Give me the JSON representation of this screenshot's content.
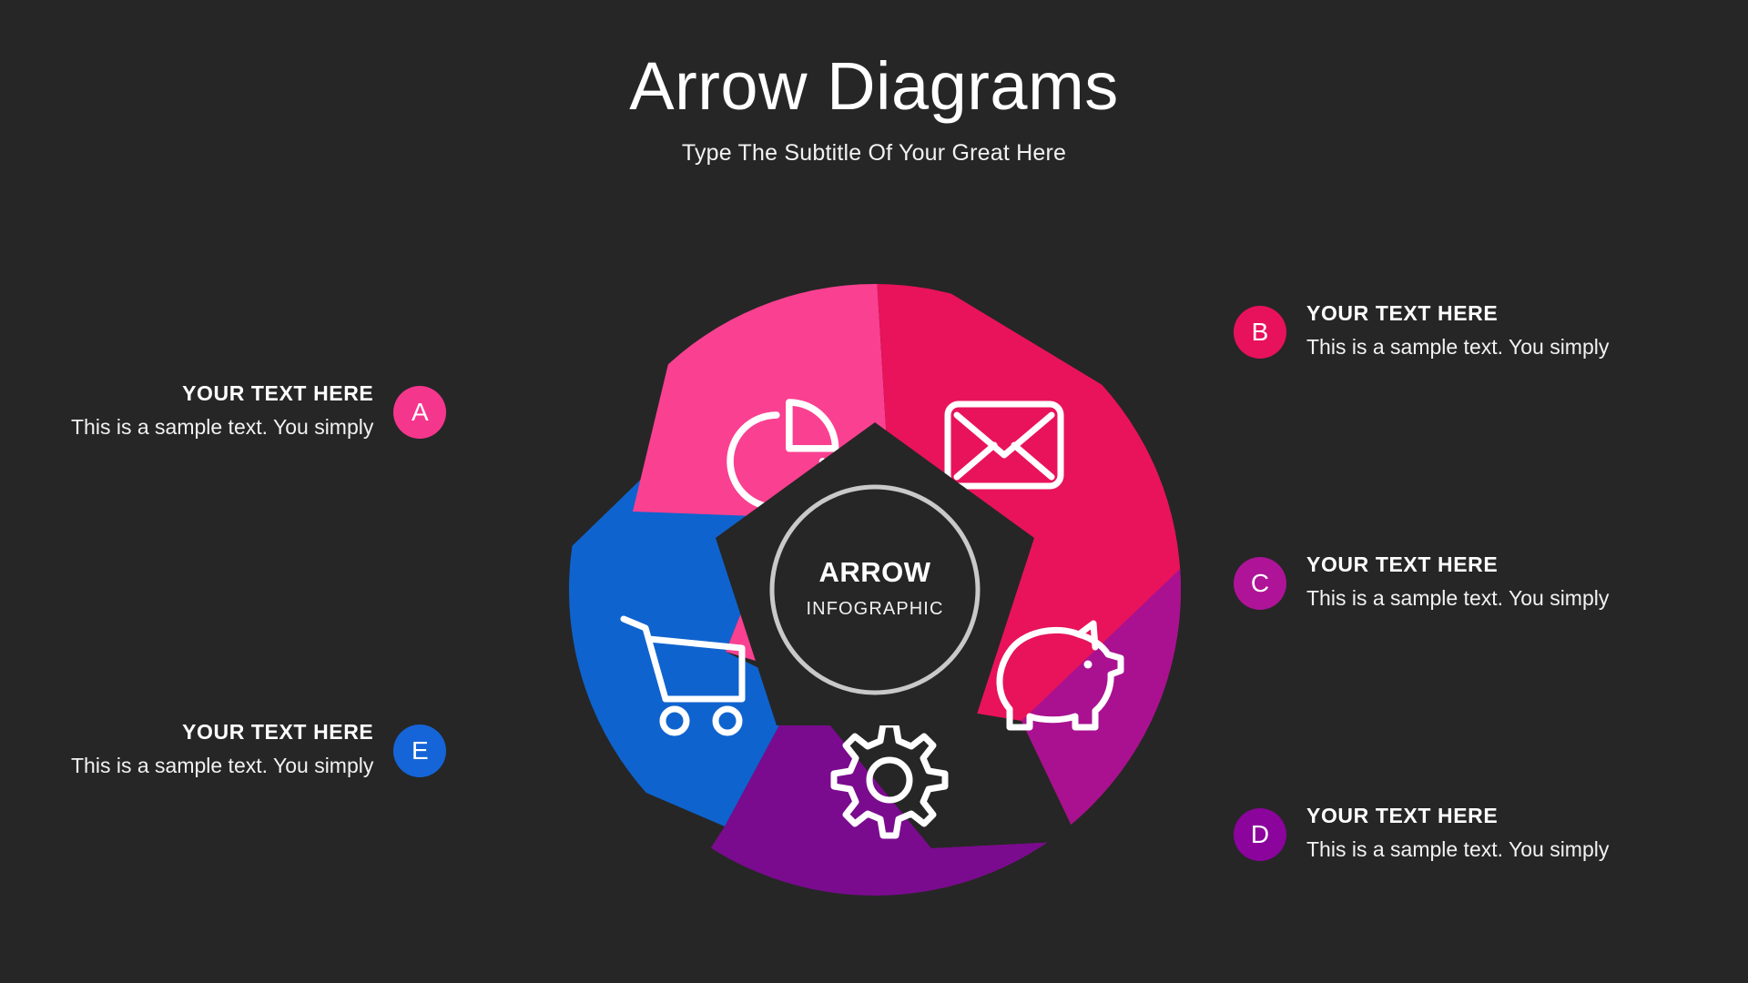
{
  "header": {
    "title": "Arrow Diagrams",
    "subtitle": "Type The Subtitle Of Your Great Here"
  },
  "wheel": {
    "hub_title": "ARROW",
    "hub_subtitle": "INFOGRAPHIC",
    "hub_ring_color": "#c9c9c9",
    "hub_fill_color": "#262626",
    "segments": [
      {
        "id": "segment-a",
        "icon": "pie-chart-icon",
        "color": "#FA4091",
        "label": "A"
      },
      {
        "id": "segment-b",
        "icon": "envelope-icon",
        "color": "#E8135B",
        "label": "B"
      },
      {
        "id": "segment-c",
        "icon": "piggy-bank-icon",
        "color": "#A91191",
        "label": "C"
      },
      {
        "id": "segment-d",
        "icon": "gear-icon",
        "color": "#7A0B8E",
        "label": "D"
      },
      {
        "id": "segment-e",
        "icon": "shopping-cart-icon",
        "color": "#0F63CE",
        "label": "E"
      }
    ]
  },
  "callouts": {
    "a": {
      "badge": "A",
      "badge_color": "#F5368D",
      "title": "YOUR TEXT HERE",
      "desc": "This is a sample text. You simply"
    },
    "b": {
      "badge": "B",
      "badge_color": "#E8115B",
      "title": "YOUR TEXT HERE",
      "desc": "This is a sample text. You simply"
    },
    "c": {
      "badge": "C",
      "badge_color": "#AE1398",
      "title": "YOUR TEXT HERE",
      "desc": "This is a sample text. You simply"
    },
    "d": {
      "badge": "D",
      "badge_color": "#8B049C",
      "title": "YOUR TEXT HERE",
      "desc": "This is a sample text. You simply"
    },
    "e": {
      "badge": "E",
      "badge_color": "#1565D8",
      "title": "YOUR TEXT HERE",
      "desc": "This is a sample text. You simply"
    }
  },
  "theme": {
    "background": "#262626",
    "text_color": "#ffffff"
  }
}
